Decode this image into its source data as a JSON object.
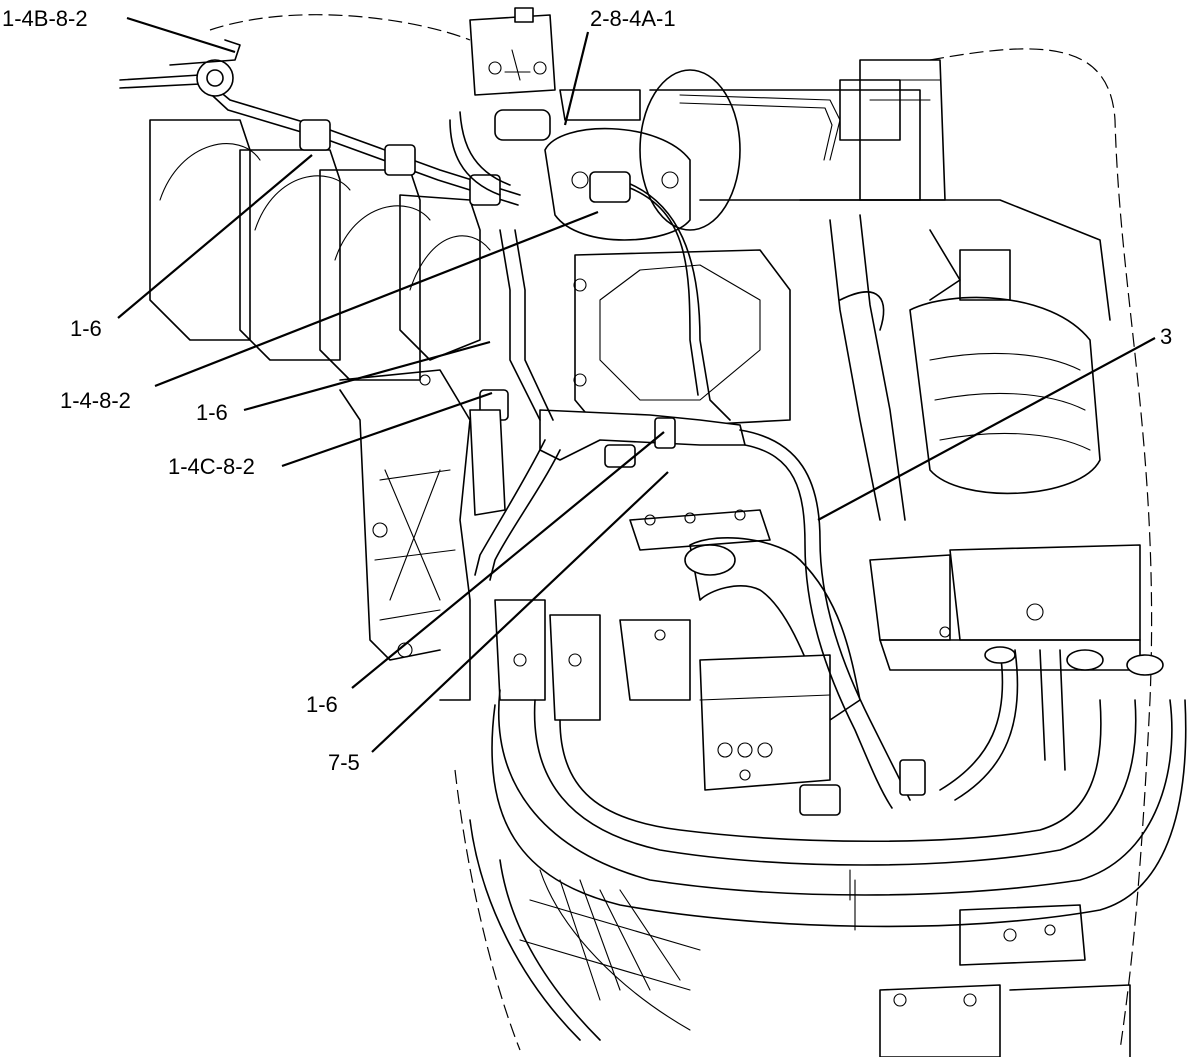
{
  "callouts": [
    {
      "id": "c1",
      "label": "1-4B-8-2"
    },
    {
      "id": "c2",
      "label": "2-8-4A-1"
    },
    {
      "id": "c3",
      "label": "1-6"
    },
    {
      "id": "c4",
      "label": "1-4-8-2"
    },
    {
      "id": "c5",
      "label": "1-6"
    },
    {
      "id": "c6",
      "label": "1-4C-8-2"
    },
    {
      "id": "c7",
      "label": "3"
    },
    {
      "id": "c8",
      "label": "1-6"
    },
    {
      "id": "c9",
      "label": "7-5"
    }
  ]
}
